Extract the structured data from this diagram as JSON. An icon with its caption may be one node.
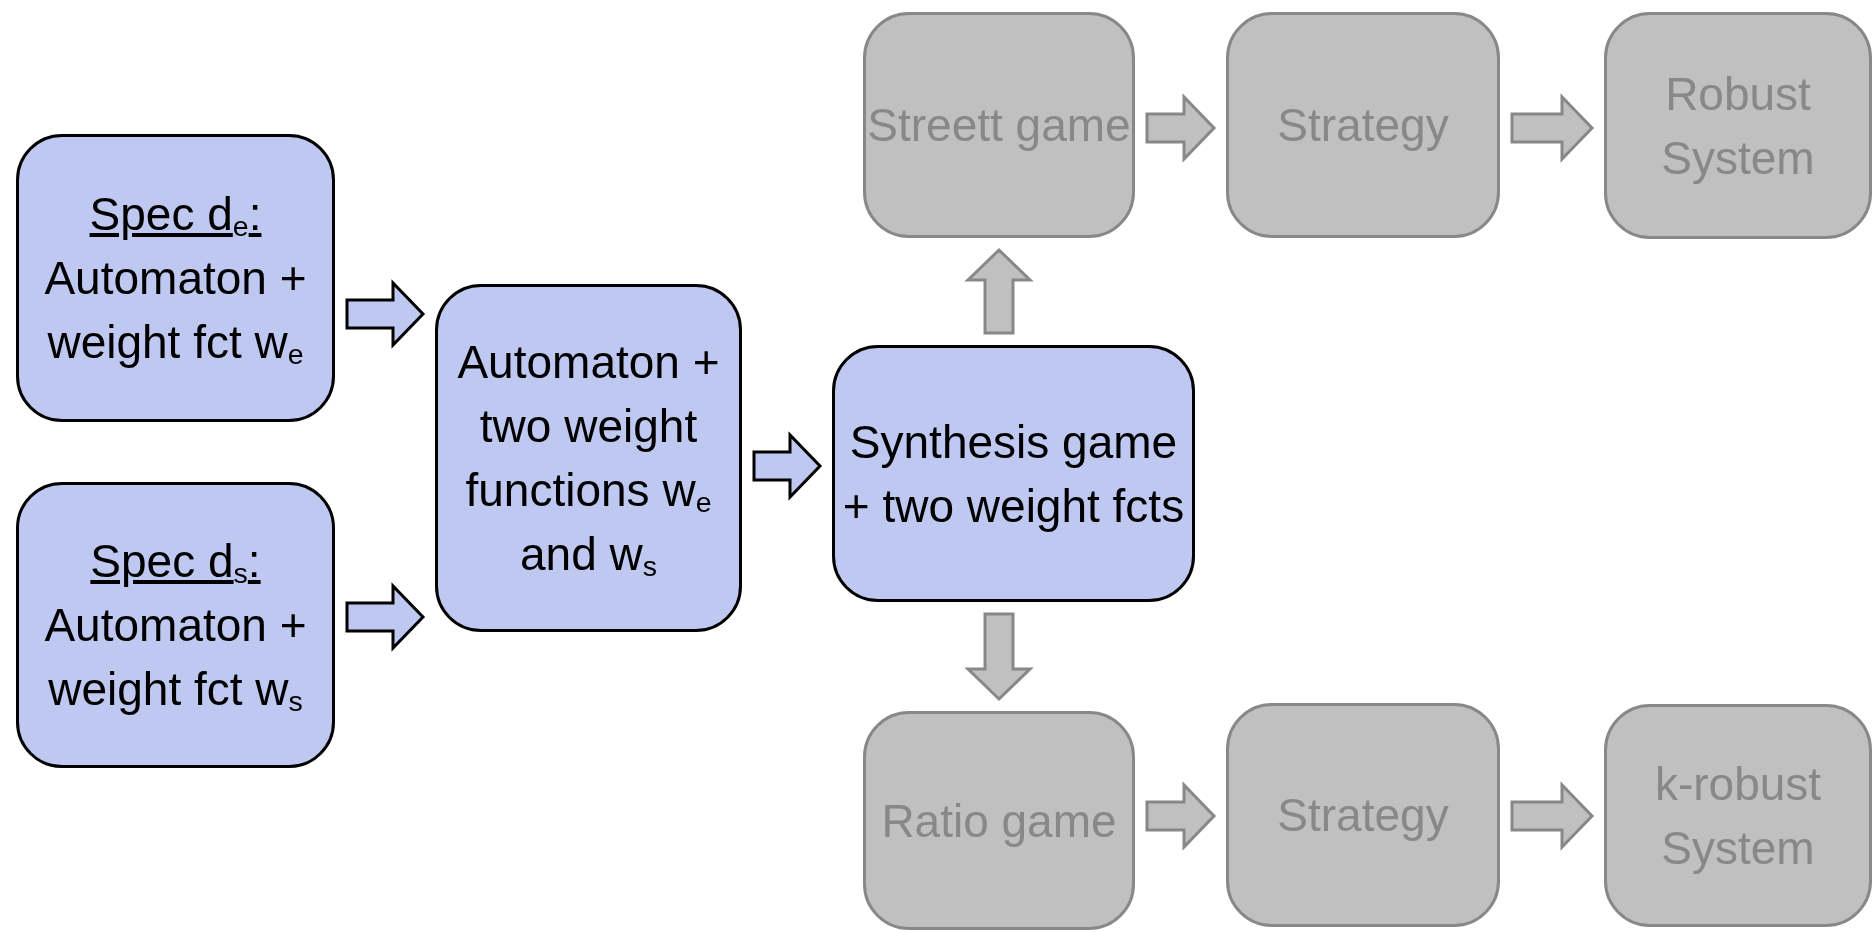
{
  "diagram": {
    "nodes": [
      {
        "text": [
          "Spec d$_{e}$:",
          "Automaton + weight fct w$_{e}$"
        ]
      },
      {
        "text": [
          "Spec d$_{s}$:",
          "Automaton + weight fct w$_{s}$"
        ]
      },
      {
        "text": [
          "Automaton + two weight functions w$_{e}$ and w$_{s}$"
        ]
      },
      {
        "text": [
          "Synthesis game + two weight fcts"
        ]
      },
      {
        "text": [
          "Streett game"
        ]
      },
      {
        "text": [
          "Strategy"
        ]
      },
      {
        "text": [
          "Robust System"
        ]
      },
      {
        "text": [
          "Ratio game"
        ]
      },
      {
        "text": [
          "Strategy"
        ]
      },
      {
        "text": [
          "k-robust System"
        ]
      }
    ],
    "edges": [
      {
        "from": 0,
        "to": 2,
        "arrow": "to",
        "color": "#000000"
      },
      {
        "from": 1,
        "to": 2,
        "arrow": "to",
        "color": "#000000"
      },
      {
        "from": 2,
        "to": 3,
        "arrow": "to",
        "color": "#000000"
      },
      {
        "from": 3,
        "to": 4,
        "arrow": "to"
      },
      {
        "from": 3,
        "to": 7,
        "arrow": "to"
      },
      {
        "from": 4,
        "to": 5,
        "arrow": "to"
      },
      {
        "from": 5,
        "to": 6,
        "arrow": "to"
      },
      {
        "from": 7,
        "to": 8,
        "arrow": "to"
      },
      {
        "from": 8,
        "to": 9,
        "arrow": "to"
      }
    ]
  }
}
